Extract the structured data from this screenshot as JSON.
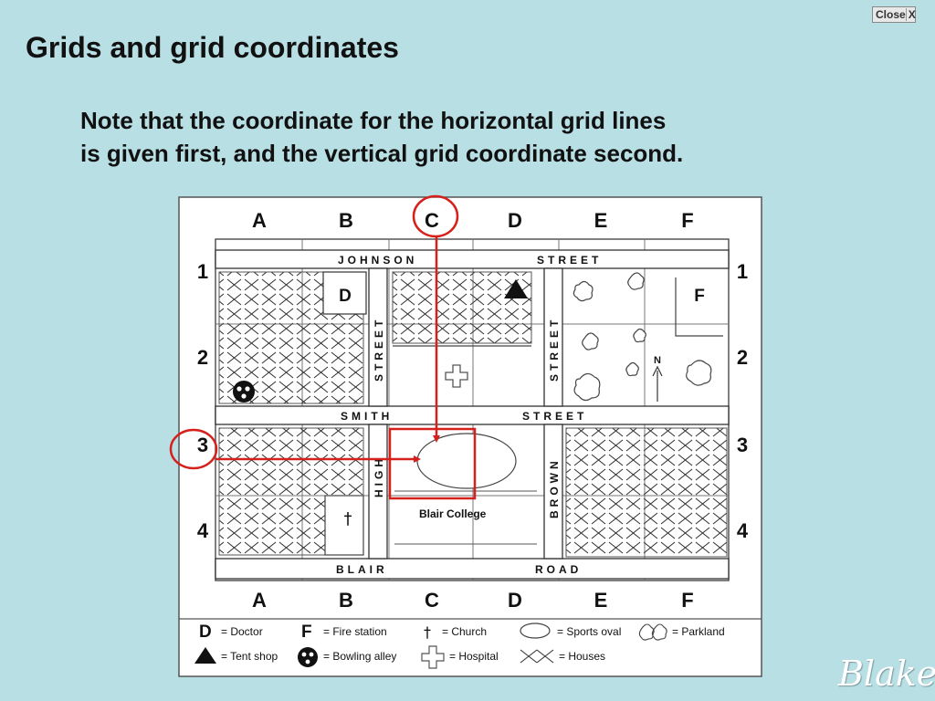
{
  "controls": {
    "close_label": "Close",
    "close_x": "X"
  },
  "slide": {
    "title": "Grids and grid coordinates",
    "note_line1": "Note that the coordinate for the horizontal grid lines",
    "note_line2": "is given first, and the vertical grid coordinate second.",
    "brand": "Blake"
  },
  "map": {
    "columns": [
      "A",
      "B",
      "C",
      "D",
      "E",
      "F"
    ],
    "rows": [
      "1",
      "2",
      "3",
      "4"
    ],
    "highlighted_column": "C",
    "highlighted_row": "3",
    "streets": {
      "johnson_1": "JOHNSON",
      "johnson_2": "STREET",
      "smith_1": "SMITH",
      "smith_2": "STREET",
      "blair_1": "BLAIR",
      "blair_2": "ROAD",
      "street_left": "STREET",
      "street_right": "STREET",
      "high": "HIGH",
      "brown": "BROWN"
    },
    "places": {
      "doctor": "D",
      "fire_station": "F",
      "college": "Blair College",
      "church": "†",
      "north": "N"
    },
    "legend": {
      "doctor_symbol": "D",
      "doctor": "= Doctor",
      "fire_symbol": "F",
      "fire": "= Fire station",
      "church_symbol": "†",
      "church": "= Church",
      "oval": "= Sports oval",
      "parkland": "= Parkland",
      "tent": "= Tent shop",
      "bowling": "= Bowling alley",
      "hospital": "= Hospital",
      "houses": "= Houses"
    },
    "colors": {
      "highlight": "#d6201c",
      "ink": "#111111",
      "road_line": "#555555",
      "paper": "#ffffff"
    }
  }
}
